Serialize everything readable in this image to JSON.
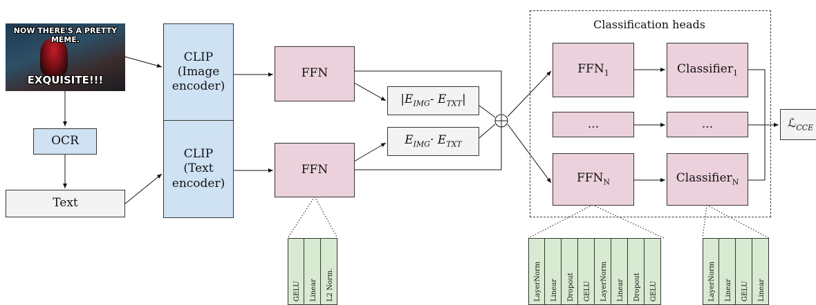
{
  "meme": {
    "top_caption": "NOW THERE'S A PRETTY MEME.",
    "bottom_caption": "EXQUISITE!!!"
  },
  "ocr_label": "OCR",
  "text_label": "Text",
  "clip_image_label": "CLIP (Image encoder)",
  "clip_text_label": "CLIP (Text encoder)",
  "ffn_label": "FFN",
  "diff_label": {
    "open": "|",
    "e": "E",
    "img": "IMG",
    "op": "- ",
    "txt": "TXT",
    "close": "|"
  },
  "prod_label": {
    "e": "E",
    "img": "IMG",
    "op": "· ",
    "txt": "TXT"
  },
  "concat_symbol": "⊕",
  "heads_title": "Classification heads",
  "head_ffn": {
    "base": "FFN",
    "sub1": "1",
    "subN": "N"
  },
  "head_cls": {
    "base": "Classifier",
    "sub1": "1",
    "subN": "N"
  },
  "ellipsis": "...",
  "loss": {
    "symbol": "ℒ",
    "sub": "CCE"
  },
  "layers": {
    "ffn": [
      "GELU",
      "Linear",
      "L2 Norm."
    ],
    "head_ffn": [
      "LayerNorm",
      "Linear",
      "Dropout",
      "GELU",
      "LayerNorm",
      "Linear",
      "Dropout",
      "GELU"
    ],
    "classifier": [
      "LayerNorm",
      "Linear",
      "GELU",
      "Linear"
    ]
  }
}
